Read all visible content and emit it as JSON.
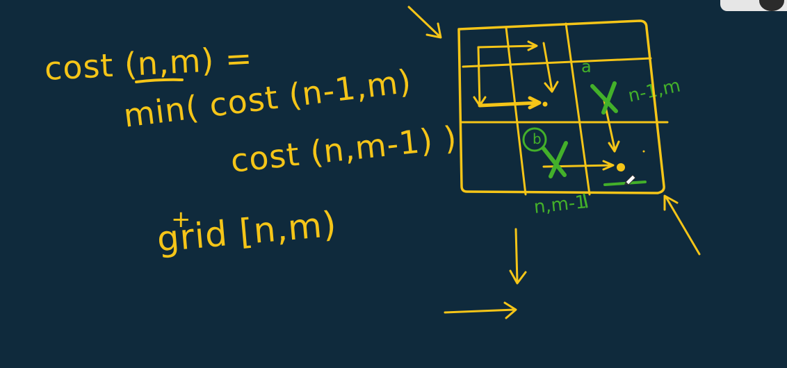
{
  "colors": {
    "background": "#0f2a3c",
    "ink_yellow": "#f5c518",
    "ink_green": "#43b02a"
  },
  "notes": {
    "line1": "cost (n,m) =",
    "line2": "min( cost (n-1,m)",
    "line3": "cost (n,m-1) )",
    "line4_plus": "+",
    "line5": "grid [n,m)"
  },
  "grid_labels": {
    "top_right": "n-1,m",
    "bottom": "n,m-1",
    "cell_a": "a",
    "cell_b": "b"
  },
  "icons": {
    "webcam": "webcam-overlay-icon",
    "pen_cursor": "pen-cursor-icon"
  }
}
